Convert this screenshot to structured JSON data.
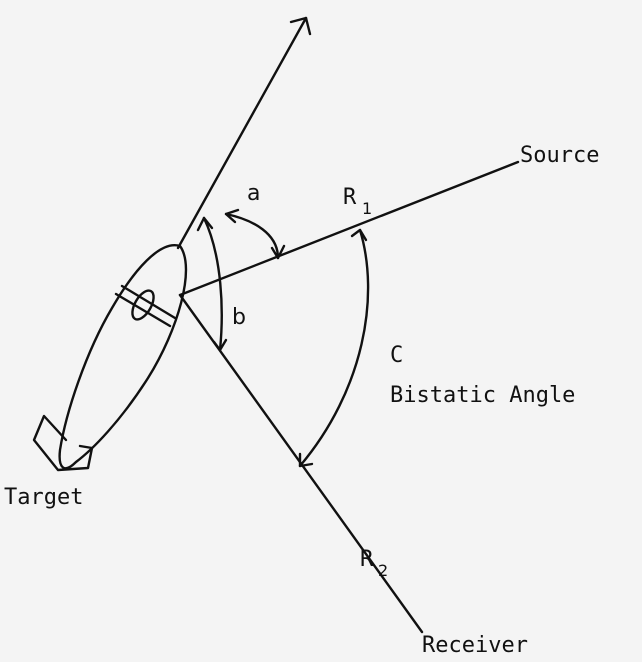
{
  "labels": {
    "source": "Source",
    "receiver": "Receiver",
    "target": "Target",
    "angle_a": "a",
    "angle_b": "b",
    "angle_c": "C",
    "bistatic_angle": "Bistatic Angle",
    "r1_main": "R",
    "r1_sub": "1",
    "r2_main": "R",
    "r2_sub": "2"
  }
}
